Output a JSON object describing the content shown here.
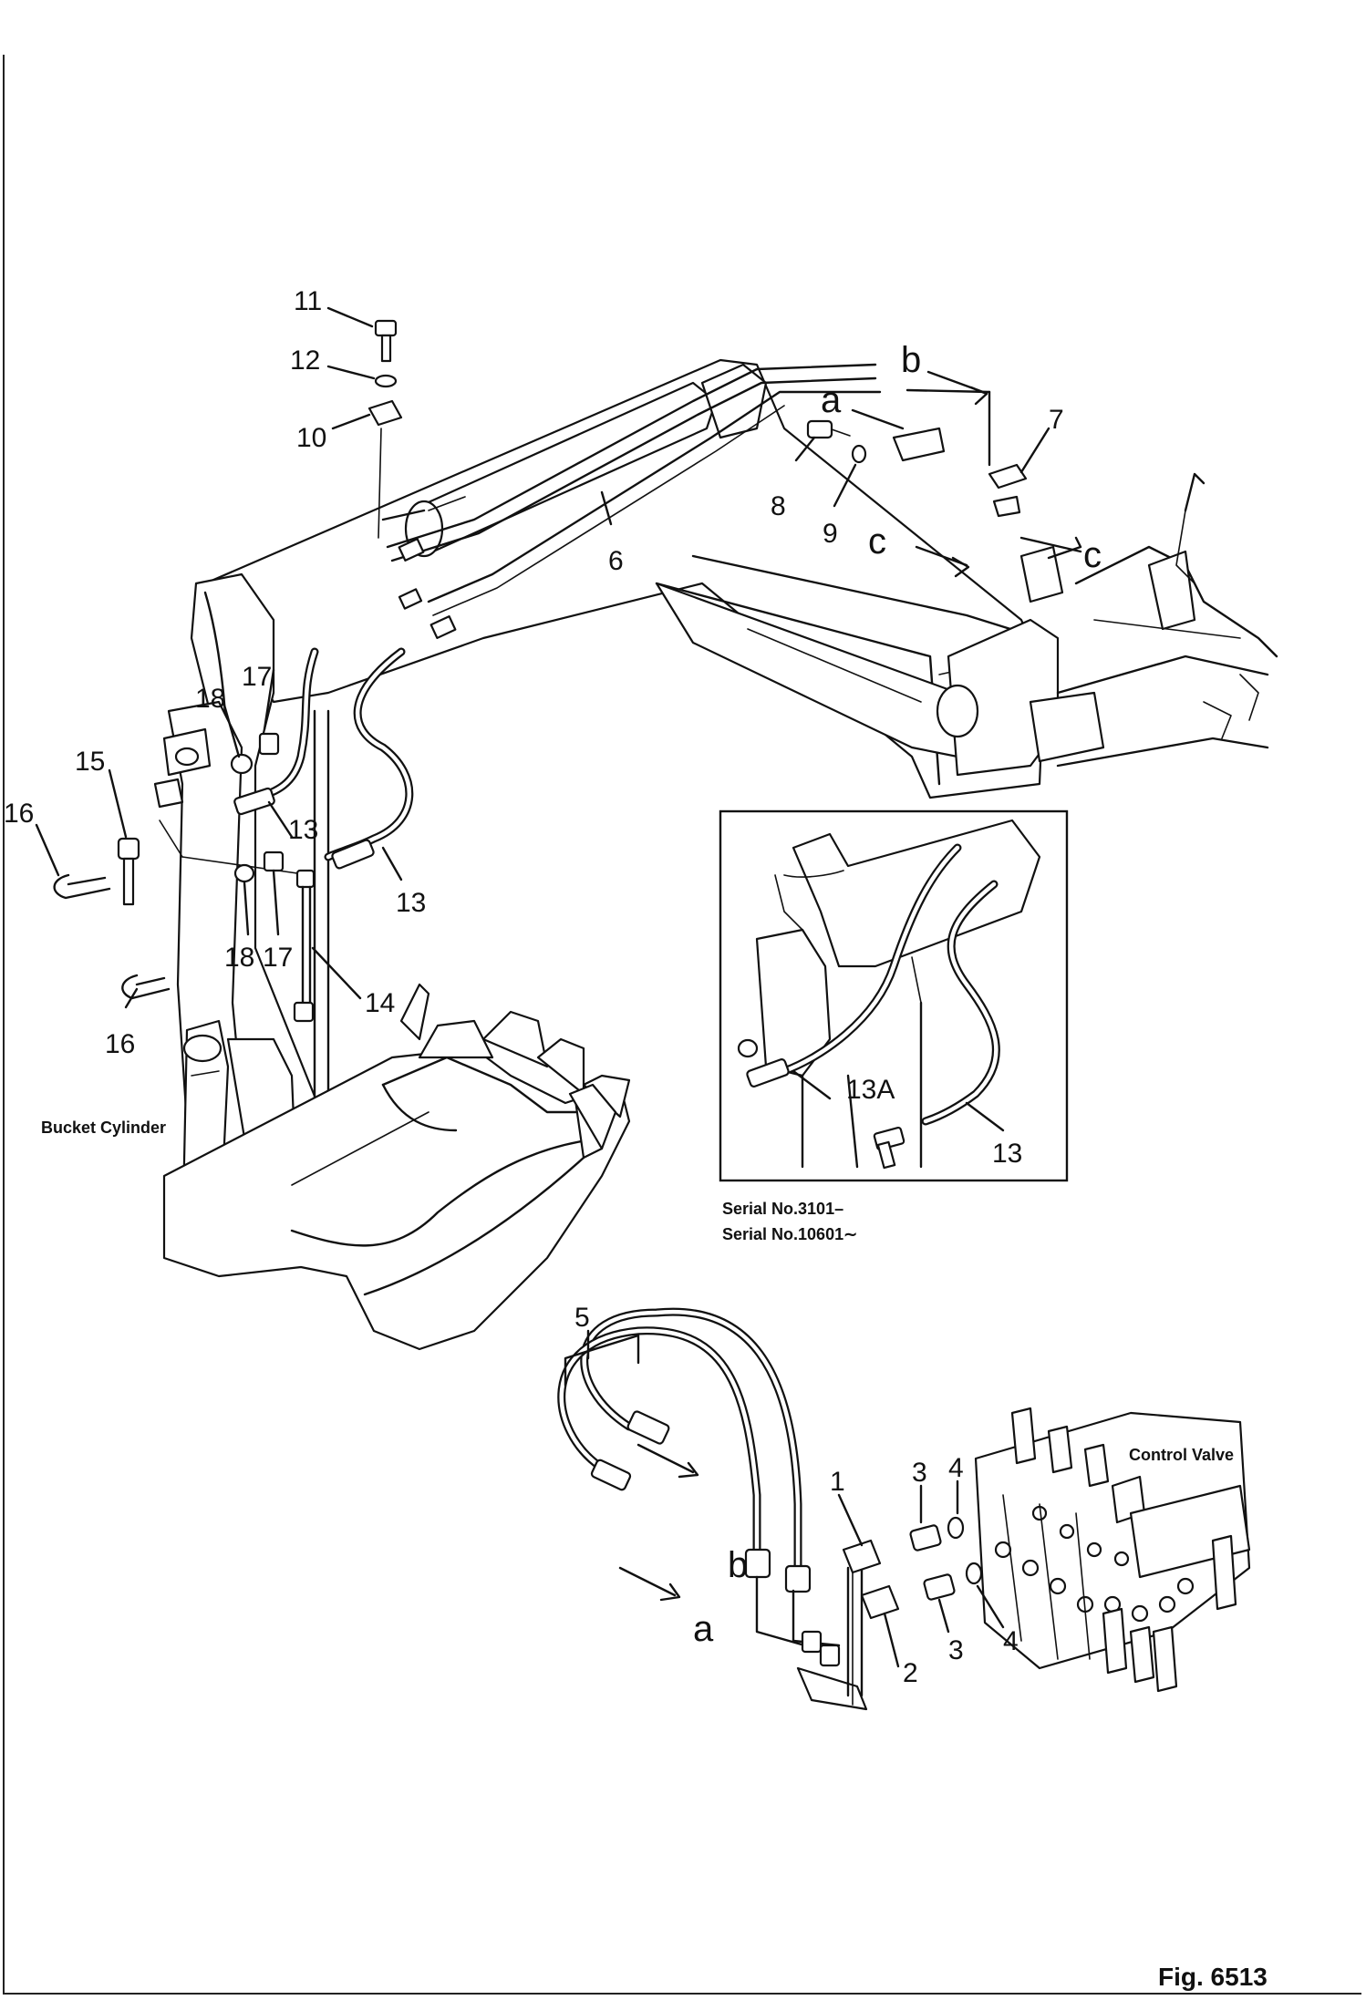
{
  "figure_number": "Fig. 6513",
  "captions": {
    "bucket_cylinder": "Bucket Cylinder",
    "control_valve": "Control Valve",
    "serial_line_1": "Serial No.3101–",
    "serial_line_2": "Serial No.10601∼"
  },
  "part_labels": [
    {
      "id": "p11",
      "text": "11"
    },
    {
      "id": "p12",
      "text": "12"
    },
    {
      "id": "p10",
      "text": "10"
    },
    {
      "id": "p8",
      "text": "8"
    },
    {
      "id": "p9",
      "text": "9"
    },
    {
      "id": "p6",
      "text": "6"
    },
    {
      "id": "p7",
      "text": "7"
    },
    {
      "id": "p17a",
      "text": "17"
    },
    {
      "id": "p18a",
      "text": "18"
    },
    {
      "id": "p15",
      "text": "15"
    },
    {
      "id": "p16a",
      "text": "16"
    },
    {
      "id": "p13a",
      "text": "13"
    },
    {
      "id": "p13b",
      "text": "13"
    },
    {
      "id": "p18b",
      "text": "18"
    },
    {
      "id": "p17b",
      "text": "17"
    },
    {
      "id": "p14",
      "text": "14"
    },
    {
      "id": "p16b",
      "text": "16"
    },
    {
      "id": "p13A",
      "text": "13A"
    },
    {
      "id": "p13c",
      "text": "13"
    },
    {
      "id": "p5",
      "text": "5"
    },
    {
      "id": "p1",
      "text": "1"
    },
    {
      "id": "p3a",
      "text": "3"
    },
    {
      "id": "p4a",
      "text": "4"
    },
    {
      "id": "p3b",
      "text": "3"
    },
    {
      "id": "p4b",
      "text": "4"
    },
    {
      "id": "p2",
      "text": "2"
    }
  ],
  "connection_letters": [
    {
      "id": "b_top",
      "text": "b"
    },
    {
      "id": "a_top",
      "text": "a"
    },
    {
      "id": "c_mid",
      "text": "c"
    },
    {
      "id": "c_right",
      "text": "c"
    },
    {
      "id": "b_bottom",
      "text": "b"
    },
    {
      "id": "a_bottom",
      "text": "a"
    }
  ]
}
